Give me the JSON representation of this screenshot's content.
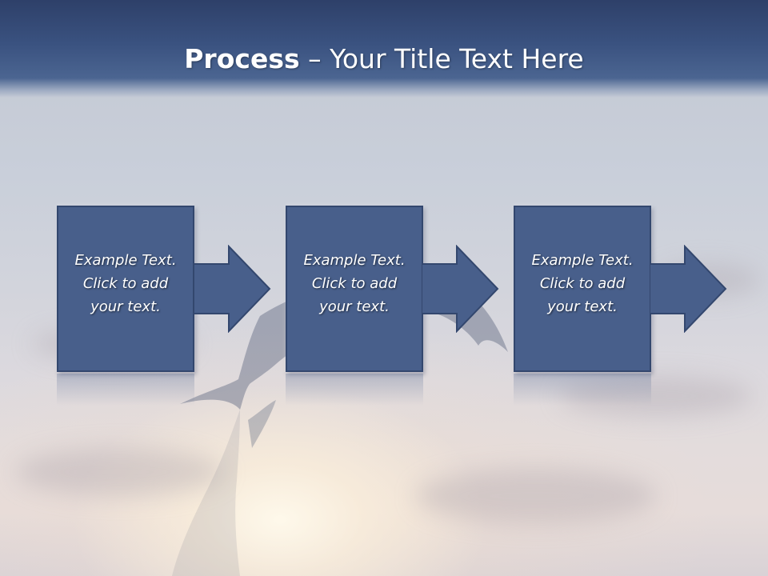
{
  "slide": {
    "title_bold": "Process",
    "title_rest": " – Your Title Text Here"
  },
  "steps": [
    {
      "line1": "Example Text.",
      "line2": "Click  to add",
      "line3": "your text."
    },
    {
      "line1": "Example Text.",
      "line2": "Click  to add",
      "line3": "your text."
    },
    {
      "line1": "Example Text.",
      "line2": "Click  to add",
      "line3": "your text."
    }
  ],
  "colors": {
    "title_bar": "#3a5280",
    "box_fill": "#485f8b",
    "box_border": "#33476e",
    "text": "#ffffff"
  },
  "icons": {
    "arrow": "right-arrow-icon",
    "background": "leaping-dolphin-sunset-photo"
  }
}
